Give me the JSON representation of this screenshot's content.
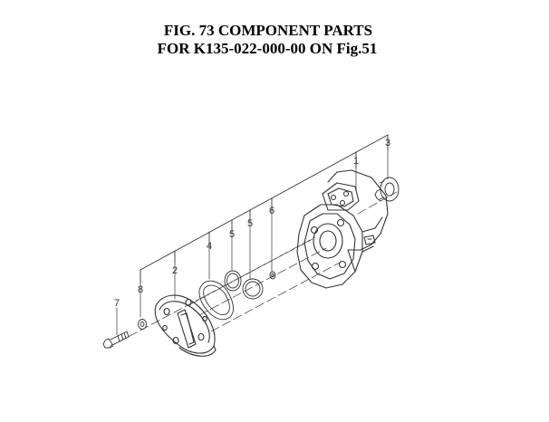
{
  "title": {
    "line1": "FIG. 73  COMPONENT PARTS",
    "line2": "FOR K135-022-000-00 ON Fig.51"
  },
  "callouts": [
    {
      "id": "1",
      "label": "1"
    },
    {
      "id": "2",
      "label": "2"
    },
    {
      "id": "3",
      "label": "3"
    },
    {
      "id": "4",
      "label": "4"
    },
    {
      "id": "5a",
      "label": "5"
    },
    {
      "id": "5b",
      "label": "5"
    },
    {
      "id": "6",
      "label": "6"
    },
    {
      "id": "7",
      "label": "7"
    },
    {
      "id": "8",
      "label": "8"
    }
  ],
  "colors": {
    "line": "#333333",
    "fill": "#ffffff"
  }
}
